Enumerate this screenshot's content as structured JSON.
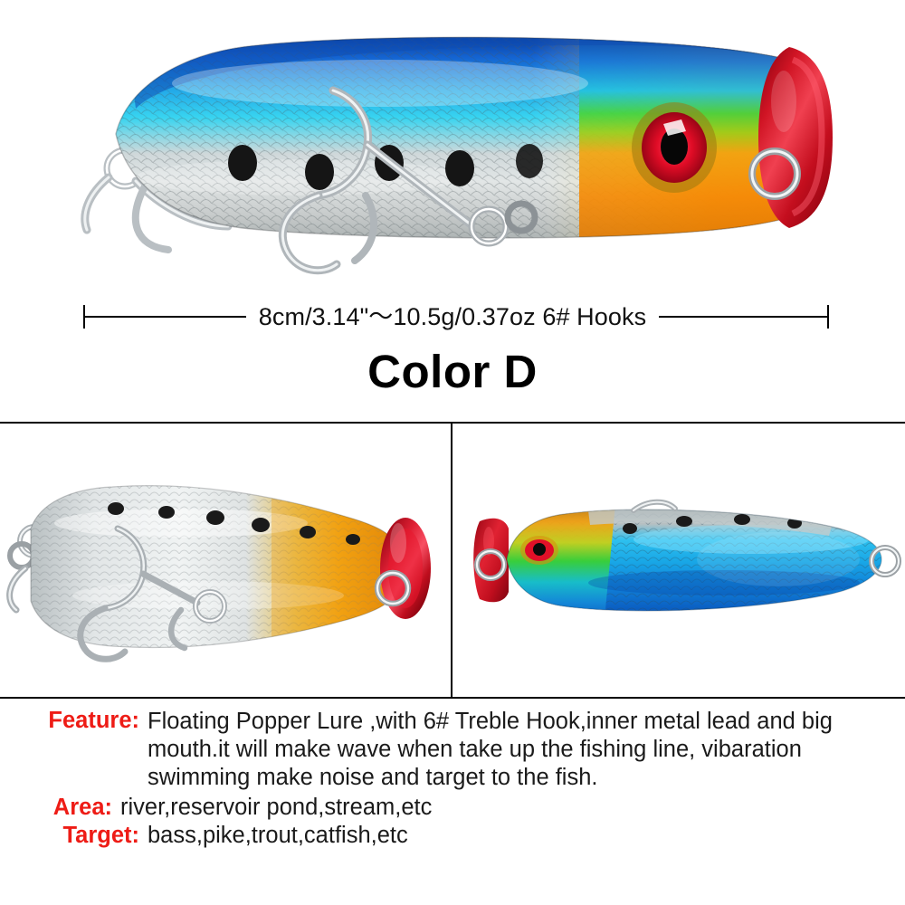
{
  "product": {
    "color_title": "Color D",
    "dimension_label": "8cm/3.14\"～10.5g/0.37oz  6# Hooks",
    "lure_type": "floating-popper-fishing-lure"
  },
  "specs": {
    "feature_key": "Feature:",
    "feature_value": "Floating Popper Lure ,with 6# Treble Hook,inner metal lead and big mouth.it will make wave when take up the fishing line, vibaration swimming make noise and target to the fish.",
    "area_key": "Area:",
    "area_value": "river,reservoir pond,stream,etc",
    "target_key": "Target:",
    "target_value": "bass,pike,trout,catfish,etc"
  },
  "views": {
    "hero": "side-view-lure",
    "left_panel": "belly-view-lure",
    "right_panel": "dorsal-view-lure"
  },
  "colors": {
    "accent_red": "#ee1c16",
    "mouth_red": "#c00c1c",
    "mouth_red_light": "#e83244",
    "dorsal_blue": "#1060c8",
    "mid_cyan": "#22c8ee",
    "flank_silver": "#d8dde0",
    "belly_gold": "#f0a818",
    "belly_orange": "#f07808",
    "head_green": "#3cc832",
    "eye_red": "#e01028",
    "spot_black": "#141414",
    "hardware_chrome": "#c8ccd0",
    "rule_black": "#000000",
    "text_black": "#1a1a1a"
  }
}
